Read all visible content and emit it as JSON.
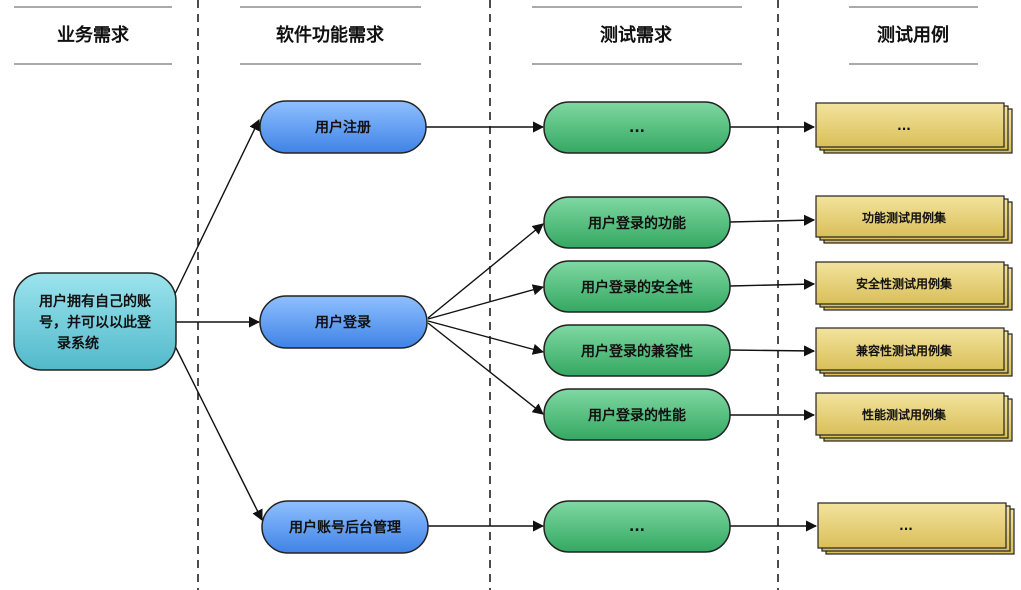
{
  "columns": [
    "业务需求",
    "软件功能需求",
    "测试需求",
    "测试用例"
  ],
  "business": {
    "lines": [
      "用户拥有自己的账",
      "号，并可以以此登",
      "录系统"
    ],
    "color": "#6ccbd9"
  },
  "features": [
    {
      "label": "用户注册"
    },
    {
      "label": "用户登录"
    },
    {
      "label": "用户账号后台管理"
    }
  ],
  "test_requirements": [
    {
      "label": "..."
    },
    {
      "label": "用户登录的功能"
    },
    {
      "label": "用户登录的安全性"
    },
    {
      "label": "用户登录的兼容性"
    },
    {
      "label": "用户登录的性能"
    },
    {
      "label": "..."
    }
  ],
  "test_cases": [
    {
      "label": "..."
    },
    {
      "label": "功能测试用例集"
    },
    {
      "label": "安全性测试用例集"
    },
    {
      "label": "兼容性测试用例集"
    },
    {
      "label": "性能测试用例集"
    },
    {
      "label": "..."
    }
  ],
  "colors": {
    "feature": "#5f9ef0",
    "test_requirement": "#4eb97c",
    "test_case": "#e5d17a",
    "stroke": "#222222"
  }
}
